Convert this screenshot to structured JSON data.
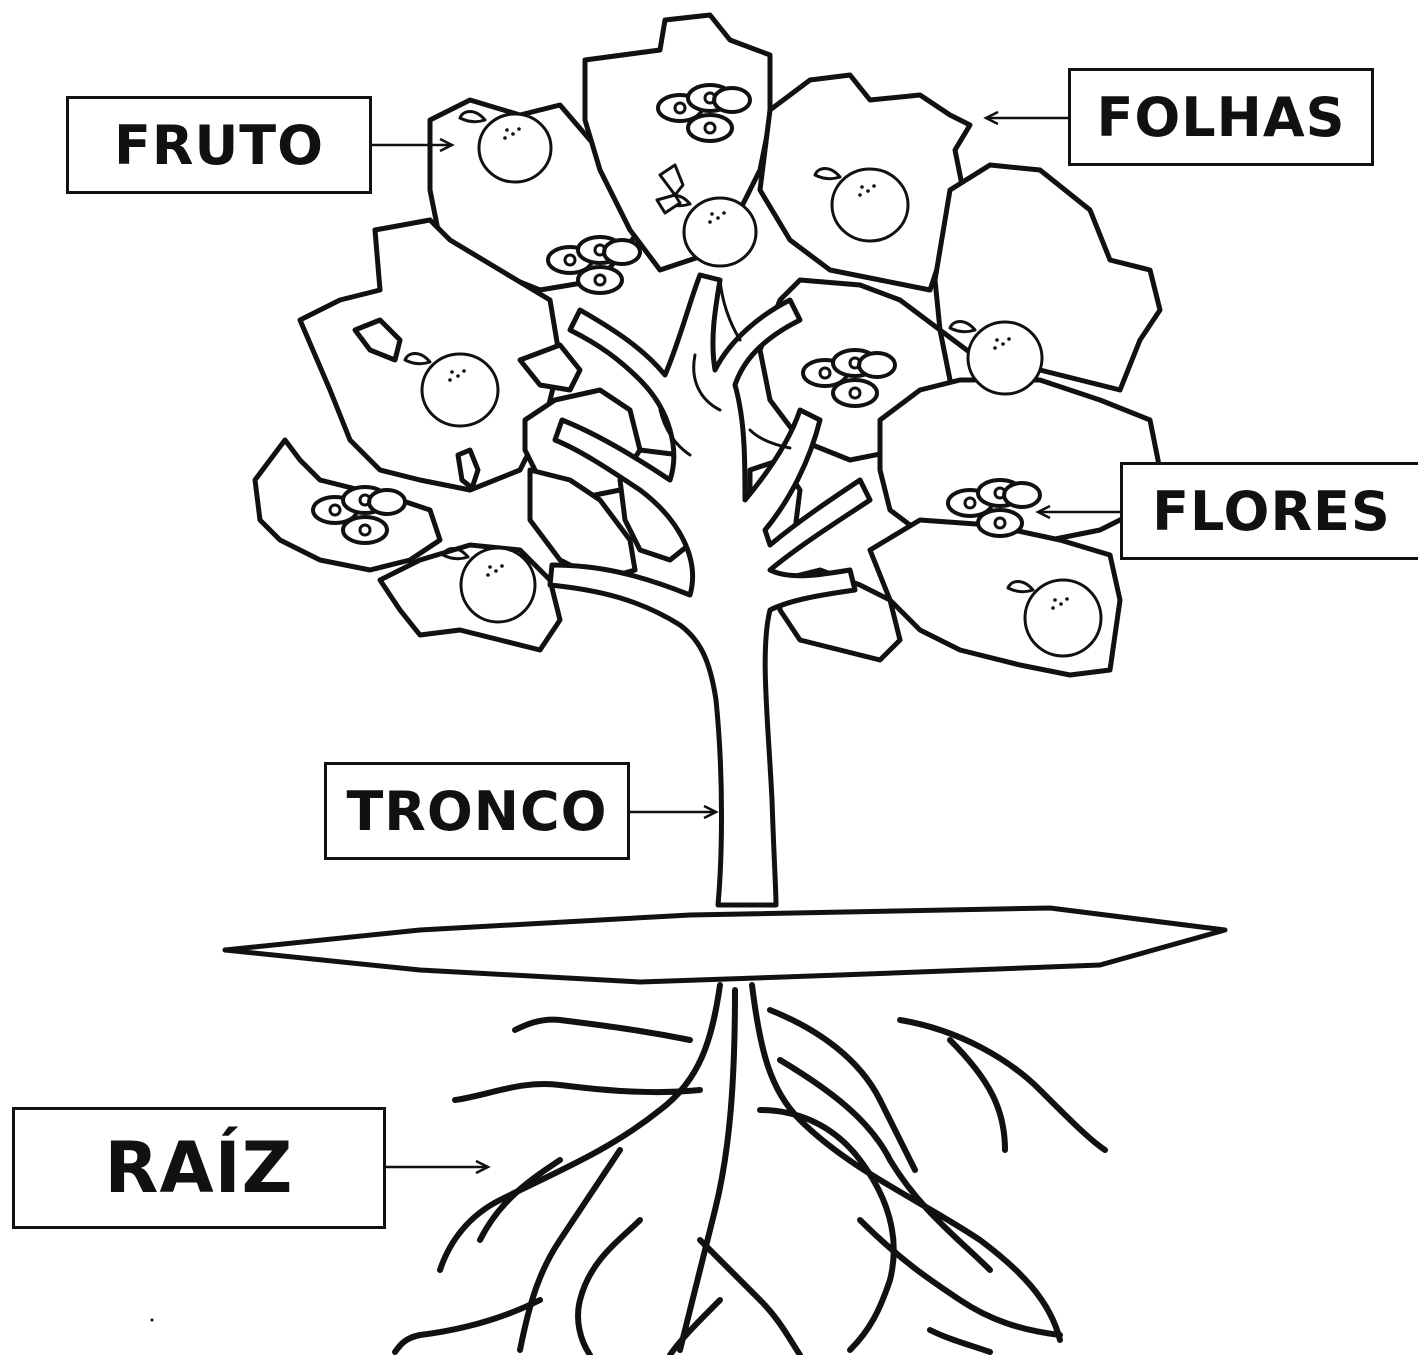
{
  "labels": {
    "fruto": "FRUTO",
    "folhas": "FOLHAS",
    "flores": "FLORES",
    "tronco": "TRONCO",
    "raiz": "RAÍZ"
  },
  "colors": {
    "line": "#111111",
    "background": "#ffffff"
  }
}
